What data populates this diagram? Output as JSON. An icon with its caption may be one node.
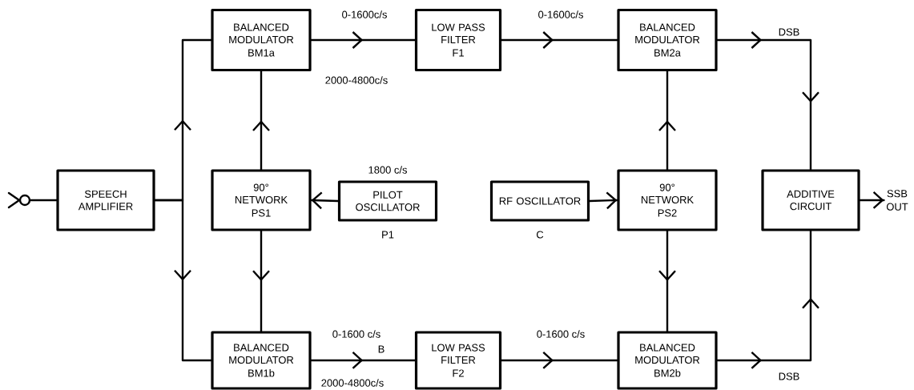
{
  "diagram": {
    "nodes": [
      {
        "text": [
          "BALANCED MODULATOR",
          "BM1a"
        ]
      },
      {
        "text": [
          "LOW PASS FILTER",
          "F1"
        ]
      },
      {
        "text": [
          "BALANCED MODULATOR",
          "BM2a"
        ]
      },
      {
        "text": [],
        "shape": "circle"
      },
      {
        "text": [
          "SPEECH AMPLIFIER"
        ]
      },
      {
        "text": [
          "90° NETWORK",
          "PS1"
        ]
      },
      {
        "text": [
          "PILOT OSCILLATOR"
        ],
        "beside": [
          "1800 c/s",
          "P1"
        ]
      },
      {
        "text": [
          "RF OSCILLATOR"
        ],
        "beside": [
          "C"
        ]
      },
      {
        "text": [
          "90° NETWORK",
          "PS2"
        ]
      },
      {
        "text": [
          "ADDITIVE CIRCUIT"
        ]
      },
      {
        "text": [
          "BALANCED MODULATOR",
          "BM1b"
        ]
      },
      {
        "text": [
          "LOW PASS FILTER",
          "F2"
        ]
      },
      {
        "text": [
          "BALANCED MODULATOR",
          "BM2b"
        ]
      },
      {
        "text": [
          "SSB",
          "OUT"
        ]
      }
    ],
    "edges": [
      {
        "from": 3,
        "to": 4,
        "arrow": "none"
      },
      {
        "from": 4,
        "to": 0,
        "arrow": "to"
      },
      {
        "from": 4,
        "to": 10,
        "arrow": "to"
      },
      {
        "from": 0,
        "to": 1,
        "arrow": "to",
        "label": "0-1600c/s"
      },
      {
        "from": 10,
        "to": 11,
        "arrow": "to",
        "label": "0-1600 c/s"
      },
      {
        "from": 1,
        "to": 2,
        "arrow": "to",
        "label": "0-1600c/s"
      },
      {
        "from": 11,
        "to": 12,
        "arrow": "to",
        "label": "0-1600 c/s"
      },
      {
        "from": 6,
        "to": 5,
        "arrow": "to"
      },
      {
        "from": 5,
        "to": 0,
        "arrow": "to"
      },
      {
        "from": 5,
        "to": 10,
        "arrow": "to"
      },
      {
        "from": 7,
        "to": 8,
        "arrow": "to"
      },
      {
        "from": 8,
        "to": 2,
        "arrow": "to"
      },
      {
        "from": 8,
        "to": 12,
        "arrow": "to"
      },
      {
        "from": 2,
        "to": 9,
        "arrow": "to",
        "label": "DSB"
      },
      {
        "from": 12,
        "to": 9,
        "arrow": "to",
        "label": "DSB"
      },
      {
        "from": 9,
        "to": 13,
        "arrow": "to"
      }
    ],
    "labels": [
      "2000-4800c/s",
      "B",
      "2000-4800c/s"
    ]
  }
}
